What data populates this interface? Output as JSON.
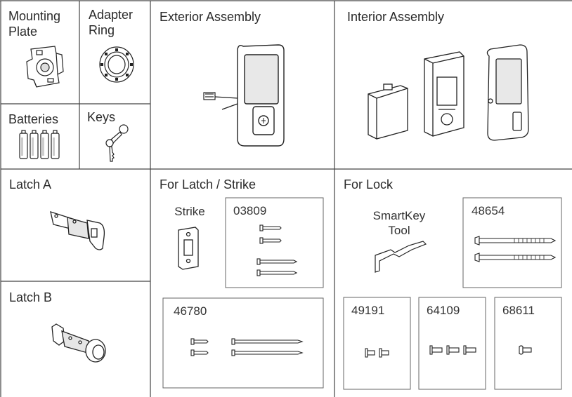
{
  "sections": {
    "mounting_plate": "Mounting\nPlate",
    "adapter_ring": "Adapter\nRing",
    "exterior_assembly": "Exterior Assembly",
    "interior_assembly": "Interior Assembly",
    "batteries": "Batteries",
    "keys": "Keys",
    "latch_a": "Latch A",
    "latch_b": "Latch B",
    "for_latch_strike": "For Latch / Strike",
    "for_lock": "For Lock"
  },
  "items": {
    "strike": "Strike",
    "smartkey_tool": "SmartKey\nTool"
  },
  "part_codes": {
    "p03809": "03809",
    "p46780": "46780",
    "p48654": "48654",
    "p49191": "49191",
    "p64109": "64109",
    "p68611": "68611"
  }
}
